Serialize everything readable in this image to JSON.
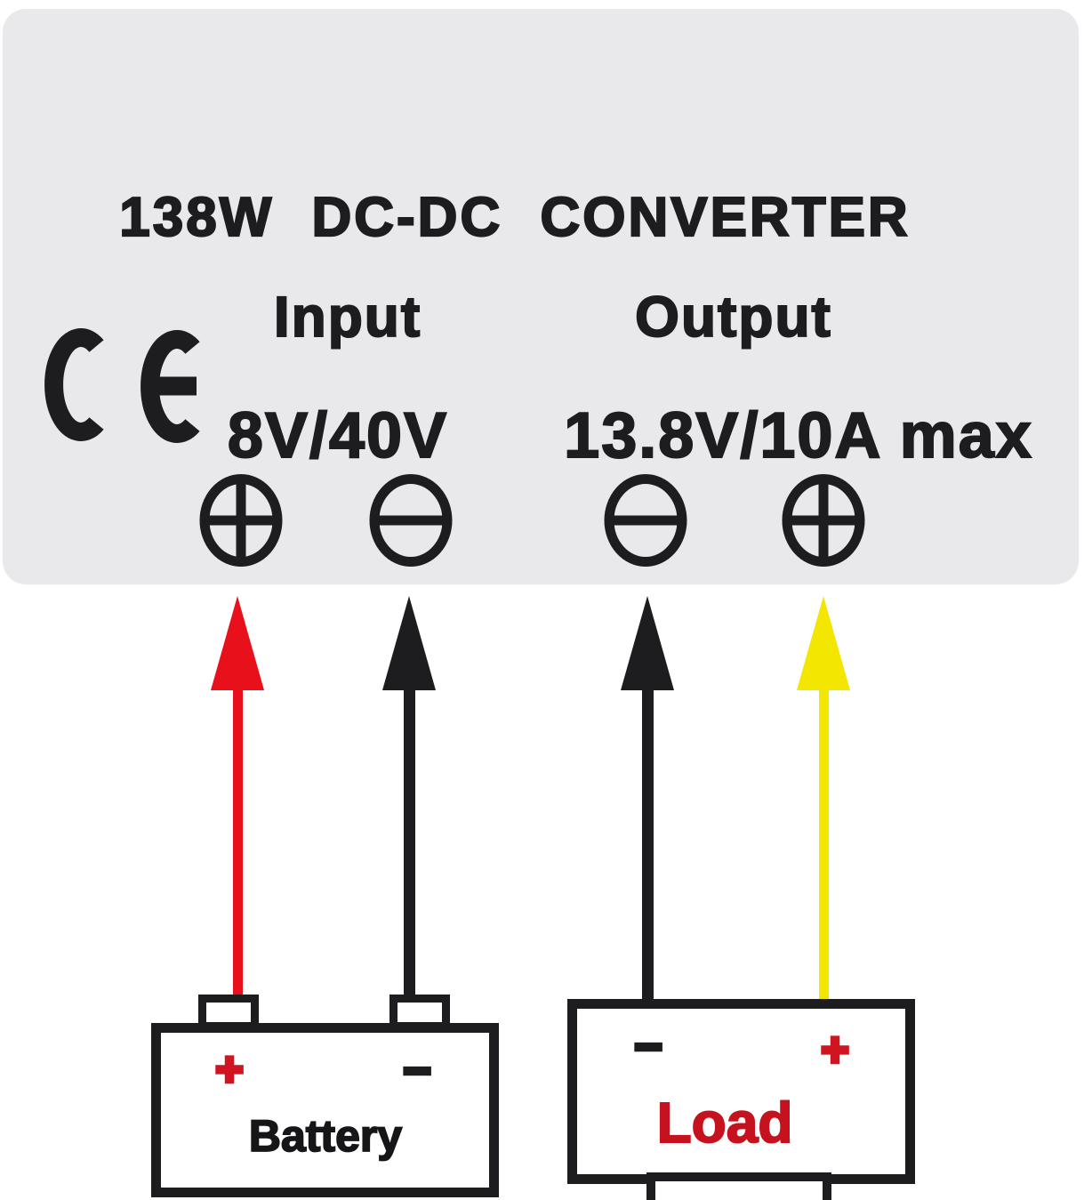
{
  "panel": {
    "title": "138W DC-DC CONVERTER",
    "certification_mark": "CE",
    "input": {
      "label": "Input",
      "rating": "8V/40V",
      "terminals": [
        {
          "type": "positive",
          "icon": "plus-terminal-icon"
        },
        {
          "type": "negative",
          "icon": "minus-terminal-icon"
        }
      ]
    },
    "output": {
      "label": "Output",
      "rating": "13.8V/10A max",
      "terminals": [
        {
          "type": "negative",
          "icon": "minus-terminal-icon"
        },
        {
          "type": "positive",
          "icon": "plus-terminal-icon"
        }
      ]
    }
  },
  "wires": [
    {
      "name": "battery-positive-wire",
      "color": "#e8101b"
    },
    {
      "name": "battery-negative-wire",
      "color": "#1d1d1f"
    },
    {
      "name": "load-negative-wire",
      "color": "#1d1d1f"
    },
    {
      "name": "load-positive-wire",
      "color": "#f3e600"
    }
  ],
  "battery": {
    "label": "Battery",
    "positive_sign": "+",
    "negative_sign": "−"
  },
  "load": {
    "label": "Load",
    "negative_sign": "−",
    "positive_sign": "+"
  },
  "colors": {
    "panel_bg": "#e9e9ec",
    "ink": "#1d1d1f",
    "wire_red": "#e8101b",
    "wire_yellow": "#f3e600",
    "sign_red": "#d01420",
    "load_text_red": "#c5121e",
    "background": "#ffffff"
  }
}
